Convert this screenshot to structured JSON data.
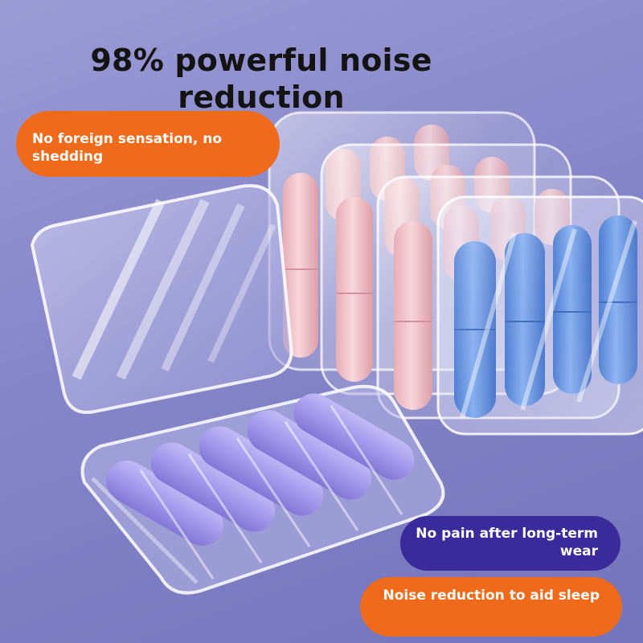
{
  "headline": "98% powerful noise reduction",
  "badges": {
    "top": "No foreign sensation, no shedding",
    "middle": "No pain after long-term wear",
    "bottom": "Noise reduction to aid sleep"
  },
  "colors": {
    "background": "#8b8bcd",
    "orange_badge": "#f06a1c",
    "purple_badge": "#3a2a9c",
    "pink_earplug": "#f2c3c9",
    "blue_earplug": "#5b8fe2",
    "lavender_earplug": "#a49aee"
  }
}
